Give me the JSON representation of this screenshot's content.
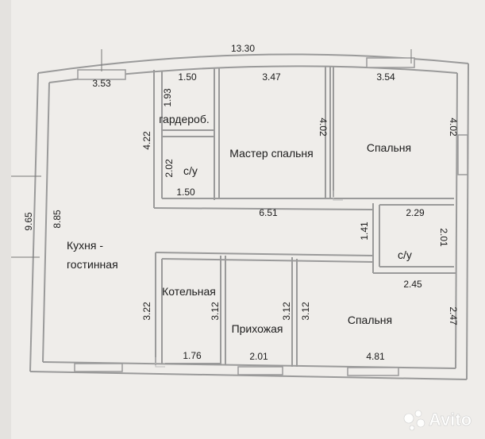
{
  "colors": {
    "paper": "#efedea",
    "wall": "#9a9a9a",
    "text": "#1c1c1c"
  },
  "dimensions": {
    "overall_width": "13.30",
    "overall_height": "9.65",
    "left_top": "3.53",
    "wardrobe_top": "1.50",
    "master_top": "3.47",
    "bedroom_top": "3.54",
    "wardrobe_column_height": "4.22",
    "wardrobe_height": "1.93",
    "wc1_height": "2.02",
    "wc1_bottom": "1.50",
    "master_height": "4.02",
    "bedroom_height": "4.02",
    "corridor_width": "6.51",
    "wc2_width": "2.29",
    "wc2_height": "2.01",
    "corridor_height": "1.41",
    "kitchen_height": "8.85",
    "boiler_outer": "3.22",
    "boiler_height": "3.12",
    "boiler_bottom": "1.76",
    "hall_left_height": "3.12",
    "hall_bottom": "2.01",
    "bedroom2_height_left": "3.12",
    "bedroom2_top": "2.45",
    "bedroom2_right": "2.47",
    "bedroom2_bottom": "4.81"
  },
  "rooms": {
    "wardrobe": "гардероб.",
    "wc1": "с/у",
    "master": "Мастер спальня",
    "bedroom1": "Спальня",
    "kitchen_line1": "Кухня -",
    "kitchen_line2": "гостинная",
    "wc2": "с/у",
    "boiler": "Котельная",
    "hall": "Прихожая",
    "bedroom2": "Спальня"
  },
  "watermark": "Avito"
}
